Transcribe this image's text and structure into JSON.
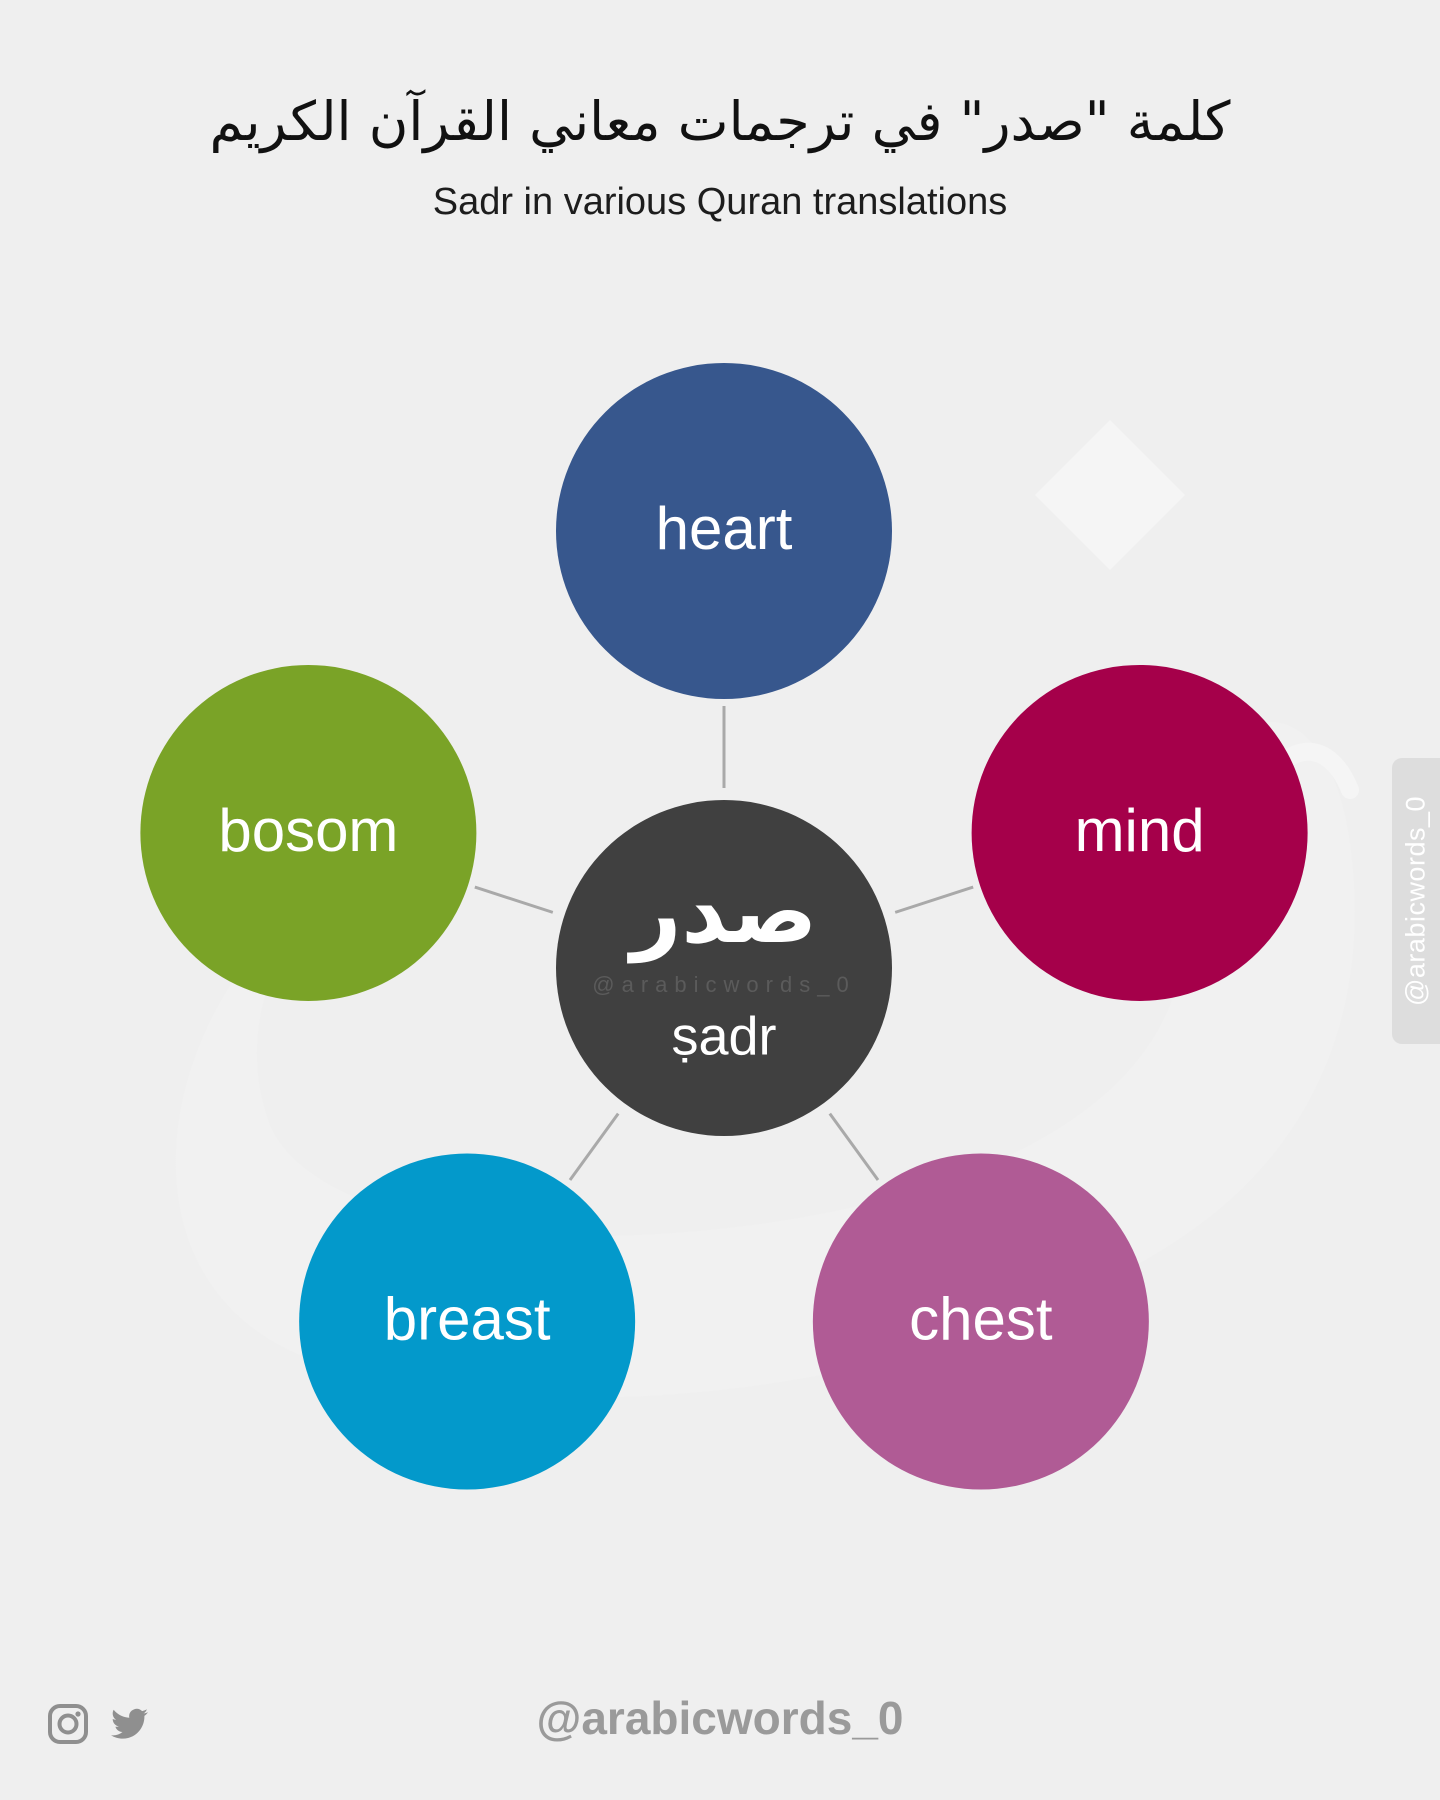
{
  "header": {
    "title_ar": "كلمة \"صدر\" في ترجمات معاني القرآن الكريم",
    "subtitle": "Sadr in various Quran translations"
  },
  "center": {
    "arabic": "صدر",
    "transliteration": "ṣadr",
    "watermark": "@arabicwords_0",
    "color": "#404040"
  },
  "meanings": [
    {
      "label": "heart",
      "color": "#37578d"
    },
    {
      "label": "mind",
      "color": "#a5004a"
    },
    {
      "label": "chest",
      "color": "#b05b95"
    },
    {
      "label": "breast",
      "color": "#0399cb"
    },
    {
      "label": "bosom",
      "color": "#7aa327"
    }
  ],
  "side_tab": {
    "text": "@arabicwords_0"
  },
  "footer": {
    "handle": "@arabicwords_0",
    "icons": [
      "instagram-icon",
      "twitter-icon"
    ]
  }
}
